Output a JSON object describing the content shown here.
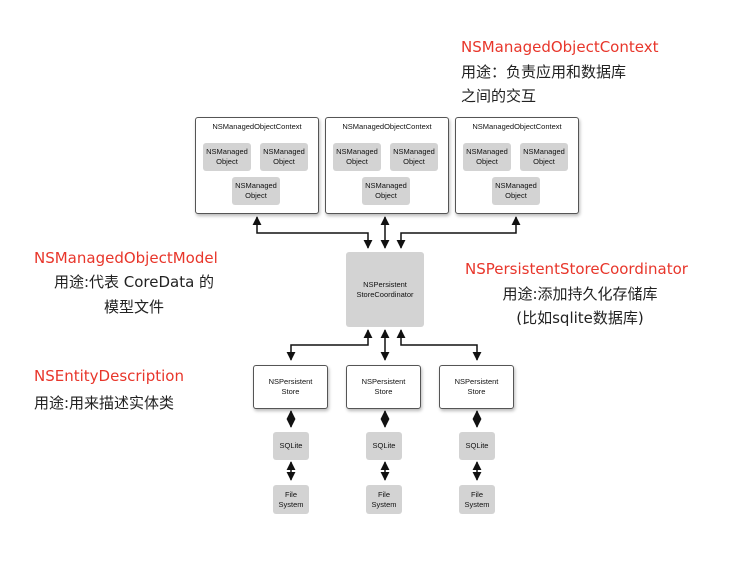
{
  "annotations": {
    "context": {
      "title": "NSManagedObjectContext",
      "line1": "用途：负责应用和数据库",
      "line2": "之间的交互"
    },
    "model": {
      "title": "NSManagedObjectModel",
      "line1": "用途:代表 CoreData 的",
      "line2": "模型文件"
    },
    "coordinator": {
      "title": "NSPersistentStoreCoordinator",
      "line1": "用途:添加持久化存储库",
      "line2": "(比如sqlite数据库)"
    },
    "entity": {
      "title": "NSEntityDescription",
      "line1": "用途:用来描述实体类"
    }
  },
  "diagram": {
    "context_label": "NSManagedObjectContext",
    "managed_object_label": "NSManaged\nObject",
    "coordinator_label": "NSPersistent\nStoreCoordinator",
    "store_label": "NSPersistent\nStore",
    "sqlite_label": "SQLite",
    "filesystem_label": "File\nSystem"
  },
  "colors": {
    "annotation_title": "#e8362b",
    "gray_box": "#d3d3d3",
    "border": "#555555",
    "arrow": "#111111"
  }
}
